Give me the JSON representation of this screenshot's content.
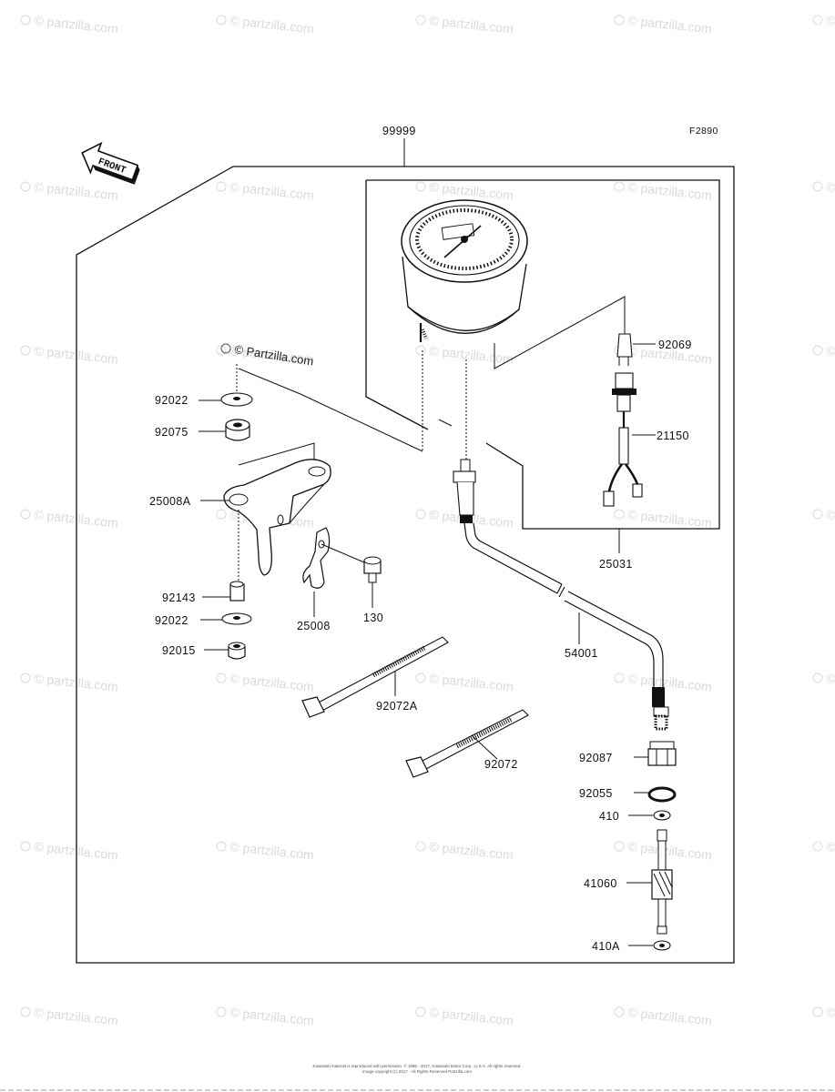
{
  "diagram": {
    "figure_code": "F2890",
    "assembly_number": "99999",
    "front_label": "FRONT",
    "inline_watermark": "© Partzilla.com",
    "watermark_text": "© partzilla.com",
    "footer_line1": "Kawasaki material is reproduced with permission. © 1995 - 2017, Kawasaki Motor Corp., U.S.A. All rights reserved.",
    "footer_line2": "Image copyright (c) 2017 - All Rights Reserved Partzilla.com",
    "parts": [
      {
        "number": "92022"
      },
      {
        "number": "92075"
      },
      {
        "number": "25008A"
      },
      {
        "number": "92143"
      },
      {
        "number": "92022"
      },
      {
        "number": "92015"
      },
      {
        "number": "25008"
      },
      {
        "number": "130"
      },
      {
        "number": "92069"
      },
      {
        "number": "21150"
      },
      {
        "number": "25031"
      },
      {
        "number": "54001"
      },
      {
        "number": "92072A"
      },
      {
        "number": "92072"
      },
      {
        "number": "92087"
      },
      {
        "number": "92055"
      },
      {
        "number": "410"
      },
      {
        "number": "41060"
      },
      {
        "number": "410A"
      }
    ]
  }
}
